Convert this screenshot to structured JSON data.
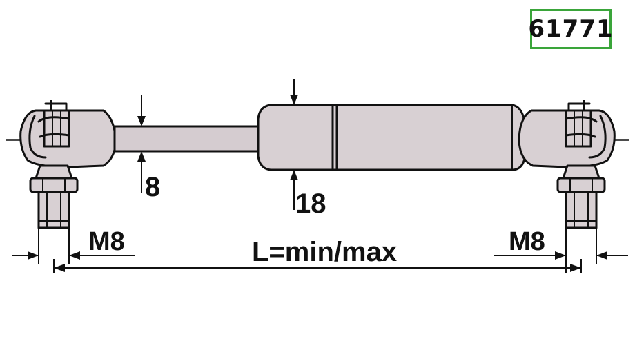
{
  "part_number": "61771",
  "dimensions": {
    "rod_diameter": "8",
    "body_diameter": "18",
    "thread_left": "M8",
    "thread_right": "M8",
    "length": "L=min/max"
  },
  "colors": {
    "frame": "#3aa53a",
    "line": "#111111",
    "fill": "#d8d0d3"
  }
}
